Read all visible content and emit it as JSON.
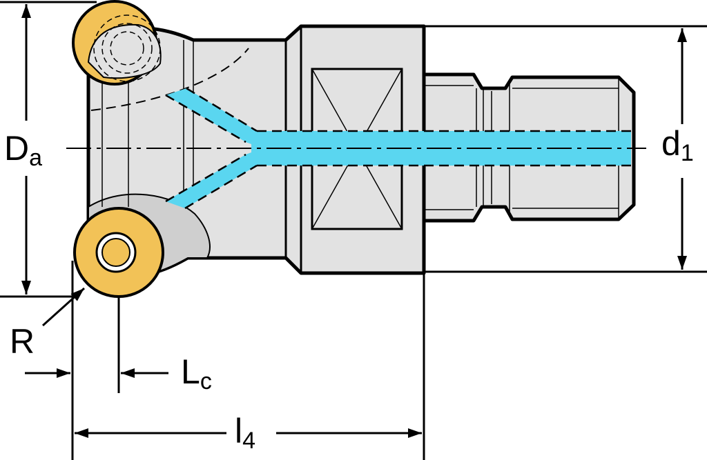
{
  "dimensions": {
    "diameter": {
      "main": "D",
      "sub": "a"
    },
    "connection_diameter": {
      "main": "d",
      "sub": "1"
    },
    "radius": {
      "main": "R"
    },
    "cutting_length": {
      "main": "L",
      "sub": "c"
    },
    "functional_length": {
      "main": "l",
      "sub": "4"
    }
  },
  "colors": {
    "body": "#e2e2e2",
    "insert": "#f2c257",
    "coolant": "#5ad6f0",
    "outline": "#000000",
    "background": "#ffffff"
  }
}
